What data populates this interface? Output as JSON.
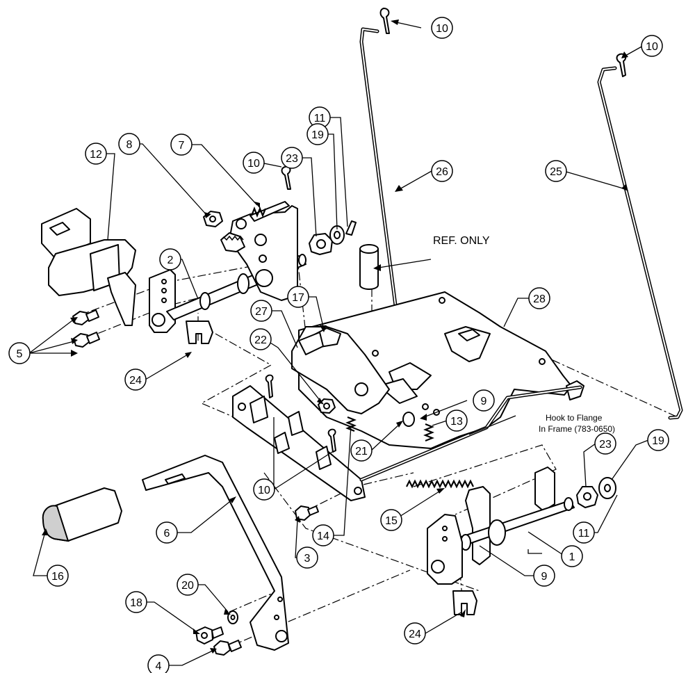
{
  "callouts": [
    {
      "id": "c1",
      "label": "1"
    },
    {
      "id": "c2",
      "label": "2"
    },
    {
      "id": "c3",
      "label": "3"
    },
    {
      "id": "c4",
      "label": "4"
    },
    {
      "id": "c5",
      "label": "5"
    },
    {
      "id": "c6",
      "label": "6"
    },
    {
      "id": "c7",
      "label": "7"
    },
    {
      "id": "c8",
      "label": "8"
    },
    {
      "id": "c9a",
      "label": "9"
    },
    {
      "id": "c9b",
      "label": "9"
    },
    {
      "id": "c10a",
      "label": "10"
    },
    {
      "id": "c10b",
      "label": "10"
    },
    {
      "id": "c10c",
      "label": "10"
    },
    {
      "id": "c10d",
      "label": "10"
    },
    {
      "id": "c11a",
      "label": "11"
    },
    {
      "id": "c11b",
      "label": "11"
    },
    {
      "id": "c12",
      "label": "12"
    },
    {
      "id": "c13",
      "label": "13"
    },
    {
      "id": "c14",
      "label": "14"
    },
    {
      "id": "c15",
      "label": "15"
    },
    {
      "id": "c16",
      "label": "16"
    },
    {
      "id": "c17",
      "label": "17"
    },
    {
      "id": "c18",
      "label": "18"
    },
    {
      "id": "c19a",
      "label": "19"
    },
    {
      "id": "c19b",
      "label": "19"
    },
    {
      "id": "c20",
      "label": "20"
    },
    {
      "id": "c21",
      "label": "21"
    },
    {
      "id": "c22",
      "label": "22"
    },
    {
      "id": "c23a",
      "label": "23"
    },
    {
      "id": "c23b",
      "label": "23"
    },
    {
      "id": "c24a",
      "label": "24"
    },
    {
      "id": "c24b",
      "label": "24"
    },
    {
      "id": "c25",
      "label": "25"
    },
    {
      "id": "c26",
      "label": "26"
    },
    {
      "id": "c27",
      "label": "27"
    },
    {
      "id": "c28",
      "label": "28"
    }
  ],
  "notes": {
    "ref_only": "REF. ONLY",
    "hook_line1": "Hook to Flange",
    "hook_line2": "In Frame (783-0650)"
  }
}
